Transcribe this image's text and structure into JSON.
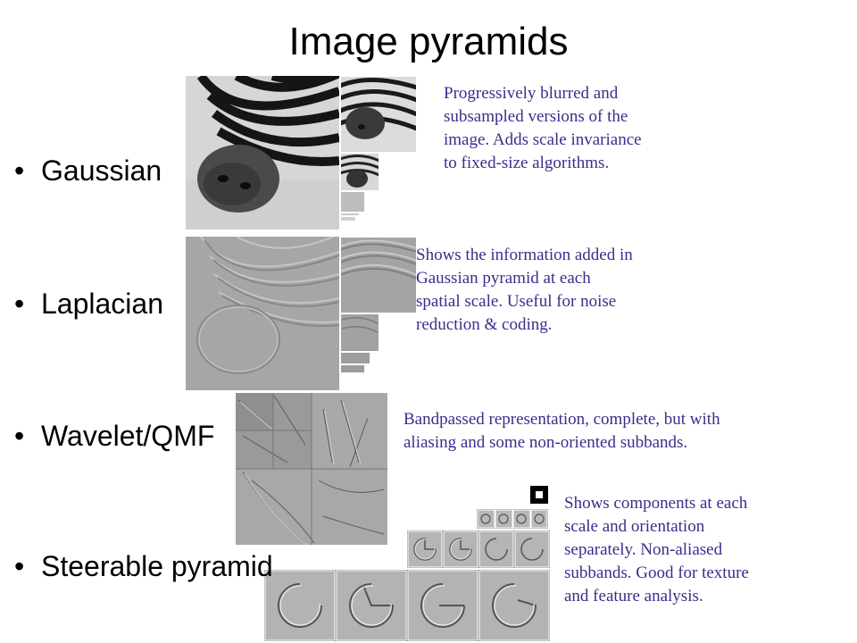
{
  "slide": {
    "title": "Image pyramids",
    "bullet_glyph": "•",
    "note_color": "#3a2e8c",
    "bullets": [
      {
        "label": "Gaussian"
      },
      {
        "label": "Laplacian"
      },
      {
        "label": "Wavelet/QMF"
      },
      {
        "label": "Steerable pyramid"
      }
    ],
    "notes": [
      {
        "text": "Progressively blurred and\nsubsampled versions of the\nimage.  Adds scale invariance\nto fixed-size algorithms."
      },
      {
        "text": "Shows the information added in\nGaussian pyramid at each\nspatial scale.  Useful for noise\nreduction & coding."
      },
      {
        "text": "Bandpassed representation, complete, but with\naliasing and some non-oriented subbands."
      },
      {
        "text": "Shows components at each\nscale and orientation\nseparately.  Non-aliased\nsubbands.  Good for texture\nand feature analysis."
      }
    ]
  }
}
